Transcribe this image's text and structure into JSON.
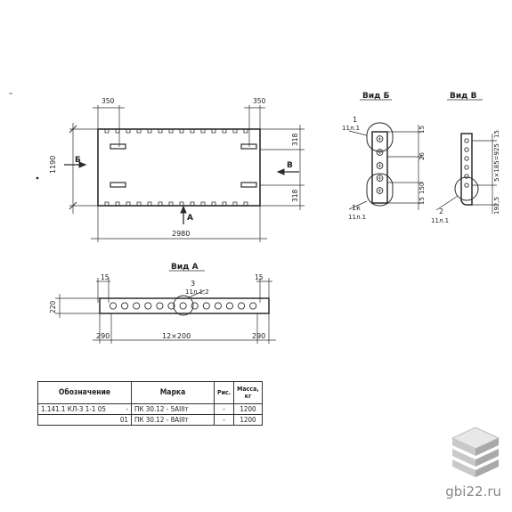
{
  "plan": {
    "overall_width": "2980",
    "overall_height": "1190",
    "edge_offset_left": "350",
    "edge_offset_right": "350",
    "hole_offset_top": "318",
    "hole_offset_bottom": "318",
    "arrow_left_label": "Б",
    "arrow_right_label": "В",
    "arrow_bottom_label": "А"
  },
  "view_a": {
    "title": "Вид А",
    "left_end": "15",
    "right_end": "15",
    "height": "220",
    "left_margin": "290",
    "middle_span": "12×200",
    "right_margin": "290",
    "callout_num": "3",
    "callout_sheet": "11л.1,2"
  },
  "view_b": {
    "title": "Вид Б",
    "callout1_num": "1",
    "callout1_sheet": "11л.1",
    "callout2_num": "1к",
    "callout2_sheet": "11л.1",
    "dim_top": "15",
    "dim_mid": "26",
    "dim_b1": "150",
    "dim_b2": "15"
  },
  "view_v": {
    "title": "Вид В",
    "dim_top": "15",
    "pitch": "5×185=925",
    "dim_bottom": "192,5",
    "callout_num": "2",
    "callout_sheet": "11л.1"
  },
  "table": {
    "headers": [
      "Обозначение",
      "Марка",
      "Рис.",
      "Масса, кг"
    ],
    "rows": [
      [
        "1.141.1 КЛ-3 1-1 05",
        "-",
        "ПК 30.12 - 5АIIIт",
        "-",
        "1200"
      ],
      [
        "",
        "01",
        "ПК 30.12 - 8АIIIт",
        "-",
        "1200"
      ]
    ]
  },
  "site": "gbi22.ru"
}
